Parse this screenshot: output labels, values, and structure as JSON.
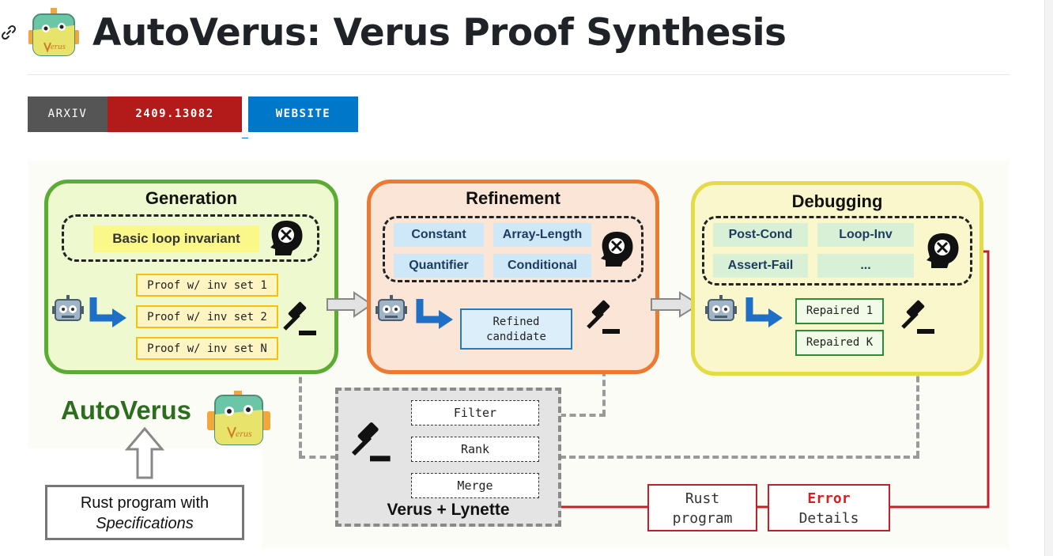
{
  "header": {
    "anchor_icon": "link-icon",
    "logo_icon": "autoverus-robot-logo",
    "title": "AutoVerus: Verus Proof Synthesis"
  },
  "badges": {
    "arxiv_label": "ARXIV",
    "arxiv_id": "2409.13082",
    "website_label": "WEBSITE",
    "colors": {
      "label_bg": "#555555",
      "arxiv_bg": "#b31b1b",
      "website_bg": "#0077c8"
    }
  },
  "diagram": {
    "generation": {
      "title": "Generation",
      "invariant": "Basic loop invariant",
      "proofs": [
        "Proof w/ inv set 1",
        "Proof w/ inv set 2",
        "Proof w/ inv set N"
      ]
    },
    "refinement": {
      "title": "Refinement",
      "chips": [
        "Constant",
        "Array-Length",
        "Quantifier",
        "Conditional"
      ],
      "candidate_line1": "Refined",
      "candidate_line2": "candidate"
    },
    "debugging": {
      "title": "Debugging",
      "chips": [
        "Post-Cond",
        "Loop-Inv",
        "Assert-Fail",
        "..."
      ],
      "repaired": [
        "Repaired 1",
        "Repaired K"
      ]
    },
    "autoverus_label": "AutoVerus",
    "input_line1": "Rust program with",
    "input_line2": "Specifications",
    "verifier": {
      "title": "Verus + Lynette",
      "steps": [
        "Filter",
        "Rank",
        "Merge"
      ]
    },
    "rust_line1": "Rust",
    "rust_line2": "program",
    "error_word": "Error",
    "error_line2": "Details",
    "colors": {
      "generation": "#5aac32",
      "refinement": "#ec7a33",
      "debugging": "#e3dc48",
      "error": "#c0212a"
    }
  }
}
